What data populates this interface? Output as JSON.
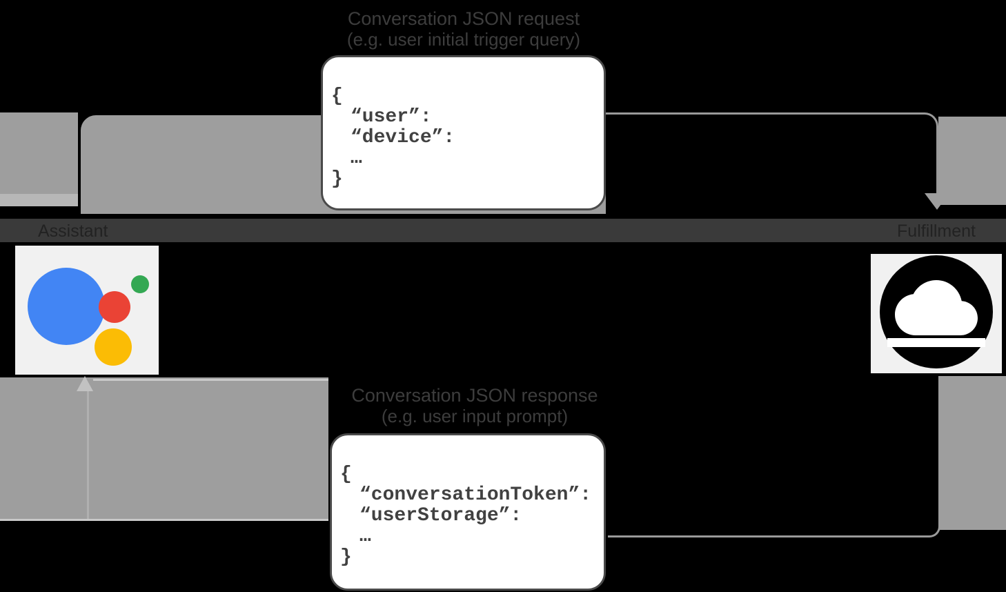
{
  "titles": {
    "request_title": "Conversation JSON request",
    "request_subtitle": "(e.g. user initial trigger query)",
    "response_title": "Conversation JSON response",
    "response_subtitle": "(e.g. user input prompt)"
  },
  "request_json": {
    "open": "{",
    "line1": "“user”:",
    "line2": "“device”:",
    "ellipsis": "…",
    "close": "}"
  },
  "response_json": {
    "open": "{",
    "line1": "“conversationToken”:",
    "line2": "“userStorage”:",
    "ellipsis": "…",
    "close": "}"
  },
  "labels": {
    "assistant": "Assistant",
    "fulfillment": "Fulfillment"
  },
  "icons": {
    "assistant_logo": "google-assistant-logo",
    "fulfillment_icon": "cloud-icon",
    "request_arrow": "arrow-down-icon",
    "response_arrow": "arrow-up-icon"
  },
  "colors": {
    "background": "#000000",
    "pipe_gray": "#9e9e9e",
    "pipe_light_line": "#c9c9c9",
    "label_band": "#3a3a3a",
    "caption_text": "#3d3d3d",
    "json_text": "#414141",
    "card_border": "#4a4a4a",
    "card_bg": "#ffffff",
    "icon_card_bg": "#f1f1f1",
    "google_blue": "#4285f4",
    "google_green": "#34a853",
    "google_red": "#ea4335",
    "google_yellow": "#fbbc05",
    "cloud_icon_black": "#000000"
  }
}
